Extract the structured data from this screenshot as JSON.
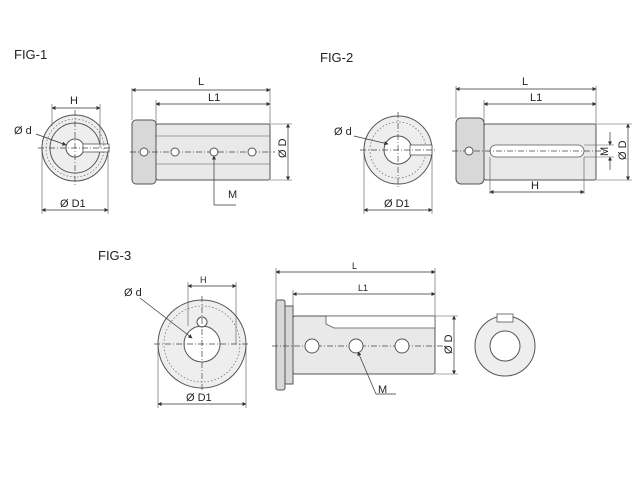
{
  "figures": {
    "fig1": {
      "title": "FIG-1",
      "labels": {
        "d": "Ø d",
        "h": "H",
        "d1": "Ø D1",
        "l": "L",
        "l1": "L1",
        "dia": "Ø D",
        "m": "M"
      }
    },
    "fig2": {
      "title": "FIG-2",
      "labels": {
        "d": "Ø d",
        "d1": "Ø D1",
        "l": "L",
        "l1": "L1",
        "m": "M",
        "dia": "Ø D",
        "h": "H"
      }
    },
    "fig3": {
      "title": "FIG-3",
      "labels": {
        "d": "Ø d",
        "h": "H",
        "d1": "Ø D1",
        "l": "L",
        "l1": "L1",
        "dia": "Ø D",
        "m": "M"
      }
    }
  },
  "colors": {
    "body": "#e9e9e9",
    "outline": "#555555"
  }
}
